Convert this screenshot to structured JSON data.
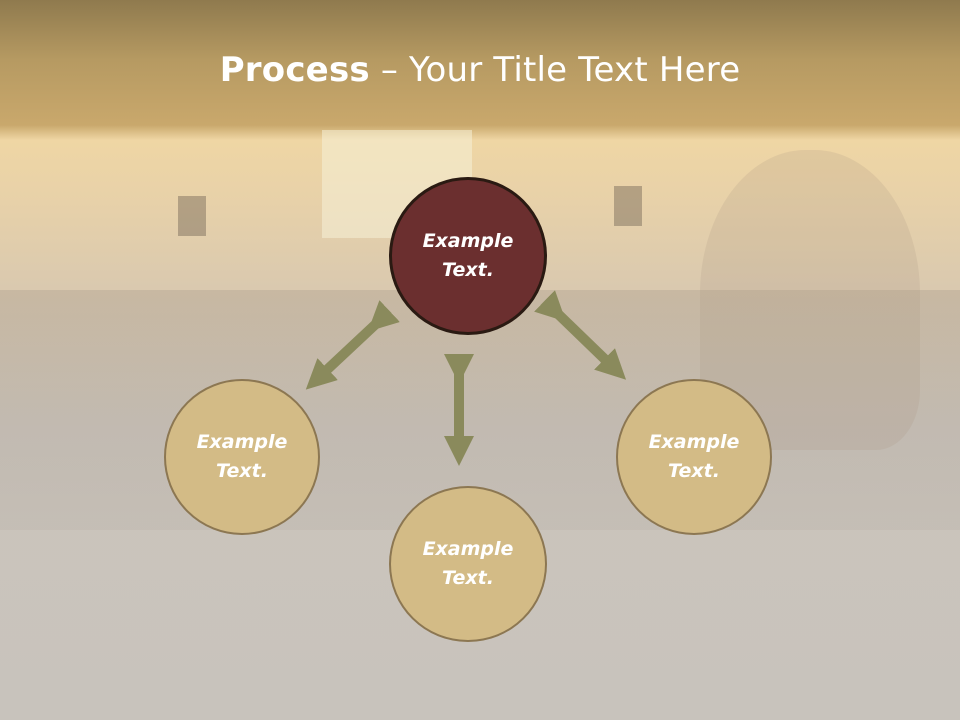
{
  "title": {
    "bold": "Process",
    "rest": " – Your Title Text Here"
  },
  "nodes": [
    {
      "text": "Example Text.",
      "variant": "dark"
    },
    {
      "text": "Example Text.",
      "variant": "light"
    },
    {
      "text": "Example Text.",
      "variant": "light"
    },
    {
      "text": "Example Text.",
      "variant": "light"
    }
  ],
  "colors": {
    "accent_dark": "#6b2f2f",
    "accent_light": "#d3bb86",
    "arrow": "#8a8a5c",
    "title": "#ffffff"
  }
}
